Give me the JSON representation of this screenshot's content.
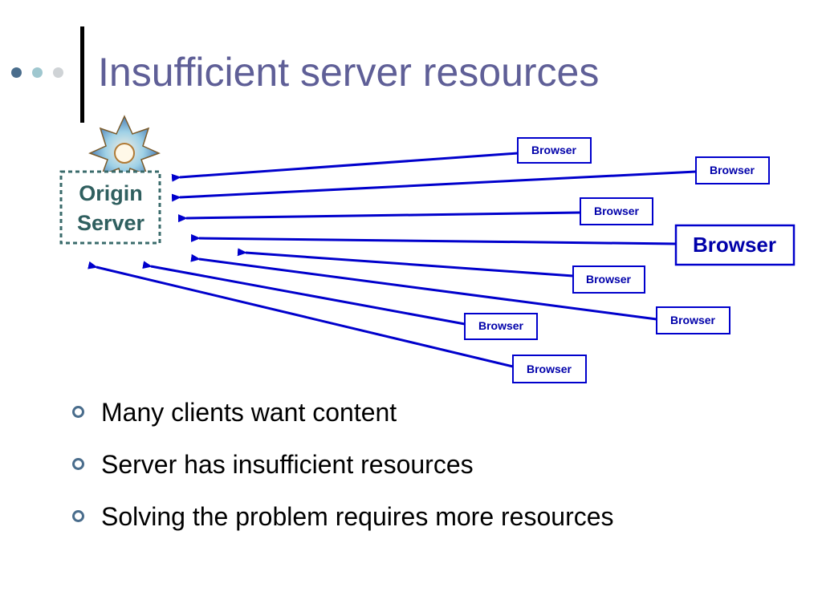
{
  "slide": {
    "title": "Insufficient server resources"
  },
  "colors": {
    "title": "#5f5f97",
    "arrow": "#0000cc",
    "browser_border": "#0000cc",
    "browser_text": "#0000aa",
    "origin_text": "#2f5f5f",
    "origin_border": "#3a6b6b",
    "dot_dark": "#4a6d8c",
    "dot_mid": "#9fc7cf",
    "dot_light": "#cfd3d6"
  },
  "diagram": {
    "origin_server": {
      "line1": "Origin",
      "line2": "Server"
    },
    "browsers": [
      {
        "label": "Browser",
        "emphasis": false
      },
      {
        "label": "Browser",
        "emphasis": false
      },
      {
        "label": "Browser",
        "emphasis": false
      },
      {
        "label": "Browser",
        "emphasis": true
      },
      {
        "label": "Browser",
        "emphasis": false
      },
      {
        "label": "Browser",
        "emphasis": false
      },
      {
        "label": "Browser",
        "emphasis": false
      },
      {
        "label": "Browser",
        "emphasis": false
      }
    ],
    "server_icon": "starburst-server-icon"
  },
  "bullets": [
    "Many clients want content",
    "Server has insufficient resources",
    "Solving the problem requires more resources"
  ]
}
